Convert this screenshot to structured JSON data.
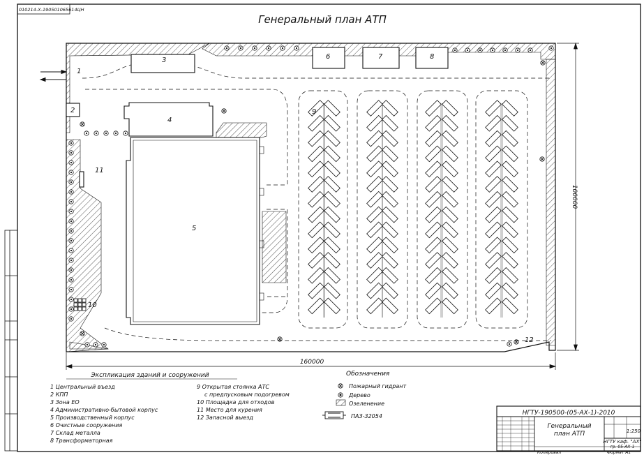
{
  "top_code": "010214-Х-190501065614ЦН",
  "title": "Генеральный план АТП",
  "zone_numbers": [
    "1",
    "2",
    "3",
    "4",
    "5",
    "6",
    "7",
    "8",
    "9",
    "10",
    "11",
    "12"
  ],
  "dimensions": {
    "width": "160000",
    "height": "100000"
  },
  "legend_explication": {
    "heading": "Экспликация зданий и сооружений",
    "col1": [
      "1 Центральный въезд",
      "2 КПП",
      "3 Зона ЕО",
      "4 Административно-бытовой корпус",
      "5 Производственный корпус",
      "6 Очистные сооружения",
      "7 Склад металла",
      "8 Трансформаторная"
    ],
    "col2": [
      "9 Открытая стоянка АТС",
      "с предпусковым подогревом",
      "10 Площадка для отходов",
      "11 Место для курения",
      "12 Запасной выезд"
    ]
  },
  "legend_symbols": {
    "heading": "Обозначения",
    "items": [
      "Пожарный гидрант",
      "Дерево",
      "Озеленение",
      "ПАЗ-32054"
    ]
  },
  "title_block": {
    "code": "НГТУ-190500-(05-АХ-1)-2010",
    "name_line1": "Генеральный",
    "name_line2": "план АТП",
    "scale": "1:250",
    "group_line1": "НГТУ каф. \"АХ\"",
    "group_line2": "гр. 05-АХ-1",
    "copied": "Копировал",
    "format": "Формат   А1"
  },
  "colors": {
    "line": "#111111",
    "paper": "#ffffff",
    "hatch": "#444444"
  }
}
